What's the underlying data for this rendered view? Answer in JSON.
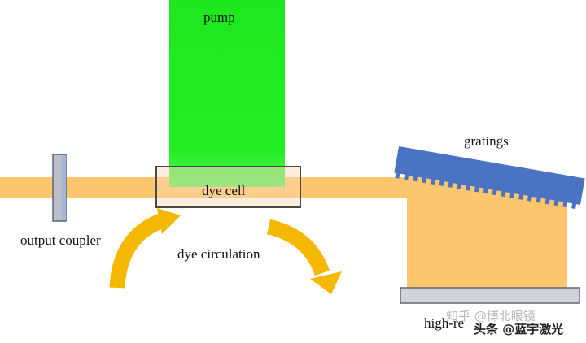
{
  "labels": {
    "pump": "pump",
    "dye_cell": "dye cell",
    "output_coupler": "output coupler",
    "dye_circulation": "dye circulation",
    "gratings": "gratings",
    "high_reflector": "high-re"
  },
  "watermark": {
    "line1": "知乎 @博北眼镜",
    "line2": "头条 @蓝宇激光"
  },
  "colors": {
    "beam": "#FBC66C",
    "pump": "#22EE22",
    "arrow": "#F5B800",
    "grating": "#4A73C4",
    "mirror": "#D2D3D9",
    "mirror_edge": "#5F6478",
    "coupler_face": "#9FB7DC"
  }
}
